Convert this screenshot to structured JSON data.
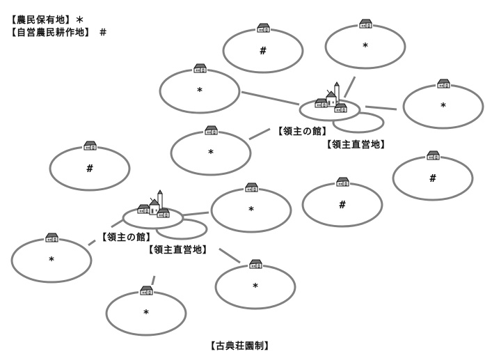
{
  "legend": {
    "peasant_holding": "【農民保有地】＊",
    "self_farm": "【自営農民耕作地】 ＃"
  },
  "caption": "【古典荘園制】",
  "manors": [
    {
      "hall_label": "【領主の館】",
      "demesne_label": "【領主直営地】"
    },
    {
      "hall_label": "【領主の館】",
      "demesne_label": "【領主直営地】"
    }
  ],
  "symbols": {
    "peasant_holding": "＊",
    "self_farm": "＃"
  },
  "fields": [
    {
      "type": "self_farm",
      "mark": "#",
      "icon": "house-icon"
    },
    {
      "type": "peasant_holding",
      "mark": "*",
      "icon": "house-icon"
    },
    {
      "type": "peasant_holding",
      "mark": "*",
      "icon": "house-icon"
    },
    {
      "type": "peasant_holding",
      "mark": "*",
      "icon": "house-icon"
    },
    {
      "type": "peasant_holding",
      "mark": "*",
      "icon": "house-icon"
    },
    {
      "type": "self_farm",
      "mark": "#",
      "icon": "house-icon"
    },
    {
      "type": "self_farm",
      "mark": "#",
      "icon": "house-icon"
    },
    {
      "type": "self_farm",
      "mark": "#",
      "icon": "house-icon"
    },
    {
      "type": "peasant_holding",
      "mark": "*",
      "icon": "house-icon"
    },
    {
      "type": "peasant_holding",
      "mark": "*",
      "icon": "house-icon"
    },
    {
      "type": "peasant_holding",
      "mark": "*",
      "icon": "house-icon"
    },
    {
      "type": "peasant_holding",
      "mark": "*",
      "icon": "house-icon"
    }
  ],
  "colors": {
    "line": "#808080",
    "text": "#111111",
    "roof": "#707070"
  }
}
